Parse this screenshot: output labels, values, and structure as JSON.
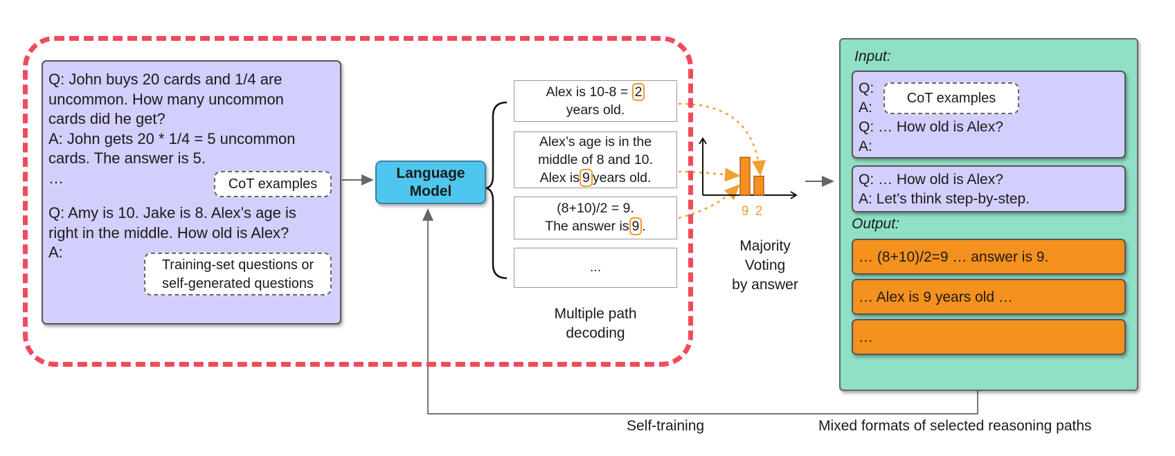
{
  "prompt": {
    "line1": "Q: John buys 20 cards and 1/4 are",
    "line2": "uncommon. How many uncommon",
    "line3": "cards did he get?",
    "line4": "A: John gets 20 * 1/4 = 5 uncommon",
    "line5": "cards. The answer is 5.",
    "ellipsis": "…",
    "cot_label": "CoT examples",
    "q2_line1": "Q: Amy is 10. Jake is 8. Alex’s age is",
    "q2_line2": "right in the middle. How old is Alex?",
    "q2_line3": "A:",
    "training_label_line1": "Training-set questions or",
    "training_label_line2": "self-generated questions"
  },
  "language_model": {
    "line1": "Language",
    "line2": "Model"
  },
  "paths": {
    "p1_prefix": "Alex is 10-8 =",
    "p1_answer": "2",
    "p1_suffix": "years old.",
    "p2_line1": "Alex’s age is in the",
    "p2_line2": "middle of 8 and 10.",
    "p2_prefix": "Alex is",
    "p2_answer": "9",
    "p2_suffix": "years old.",
    "p3_line1": "(8+10)/2 = 9.",
    "p3_prefix": "The answer is",
    "p3_answer": "9",
    "p3_suffix": ".",
    "p4": "...",
    "caption_line1": "Multiple path",
    "caption_line2": "decoding"
  },
  "voting": {
    "caption_line1": "Majority",
    "caption_line2": "Voting",
    "caption_line3": "by answer"
  },
  "chart_data": {
    "type": "bar",
    "categories": [
      "9",
      "2"
    ],
    "values": [
      2,
      1
    ],
    "ylim": [
      0,
      3
    ],
    "colors": {
      "bar": "#f5911e",
      "bar_border": "#b0601a",
      "label": "#f0a030"
    }
  },
  "right_panel": {
    "input_label": "Input:",
    "box1_q": "Q:",
    "box1_a": "A:",
    "box1_cot": "CoT examples",
    "box1_q2": "Q: … How old is Alex?",
    "box1_a2": "A:",
    "box2_q": "Q: … How old is Alex?",
    "box2_a": "A: Let’s think step-by-step.",
    "output_label": "Output:",
    "out1": "… (8+10)/2=9 … answer is 9.",
    "out2": "… Alex is 9 years old …",
    "out3": "…"
  },
  "bottom": {
    "self_training": "Self-training",
    "mixed_formats": "Mixed formats of selected reasoning paths"
  },
  "colors": {
    "dashed_border": "#f04a5d",
    "prompt_bg": "#d2cffc",
    "lm_bg": "#4fc6ee",
    "panel_bg": "#8fe0c6",
    "output_bg": "#f5911e",
    "highlight": "#f09a2a"
  }
}
